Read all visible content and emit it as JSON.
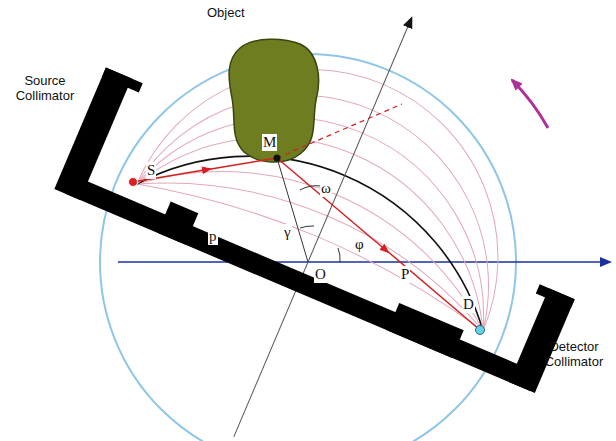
{
  "diagram": {
    "labels": [
      "Object",
      "Source Collimator",
      "S",
      "M",
      "ω",
      "γ",
      "φ",
      "p",
      "O",
      "P",
      "D",
      "Detector Collimator"
    ]
  }
}
